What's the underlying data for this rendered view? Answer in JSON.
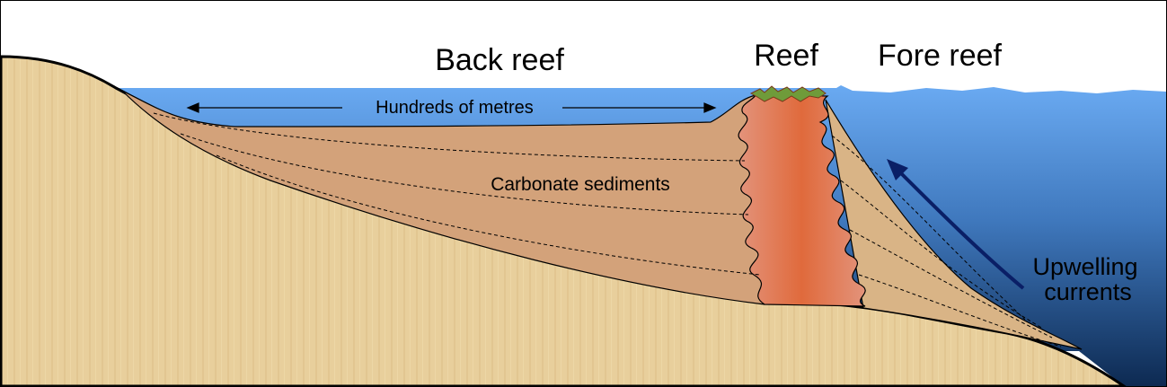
{
  "diagram": {
    "zones": {
      "back_reef": "Back reef",
      "reef": "Reef",
      "fore_reef": "Fore reef"
    },
    "width_label": "Hundreds of metres",
    "sediment_label": "Carbonate sediments",
    "current_label_line1": "Upwelling",
    "current_label_line2": "currents",
    "colors": {
      "bedrock": "#e8cf9c",
      "sediment": "#d3a27a",
      "fore_slope": "#d9b486",
      "reef_core": "#e37348",
      "reef_edge": "#e3937b",
      "lagoon_water": "#6aaaf2",
      "deep_water": "#0d2a52",
      "reef_crest": "#6f9b3a",
      "current_arrow": "#0a1f66"
    }
  }
}
